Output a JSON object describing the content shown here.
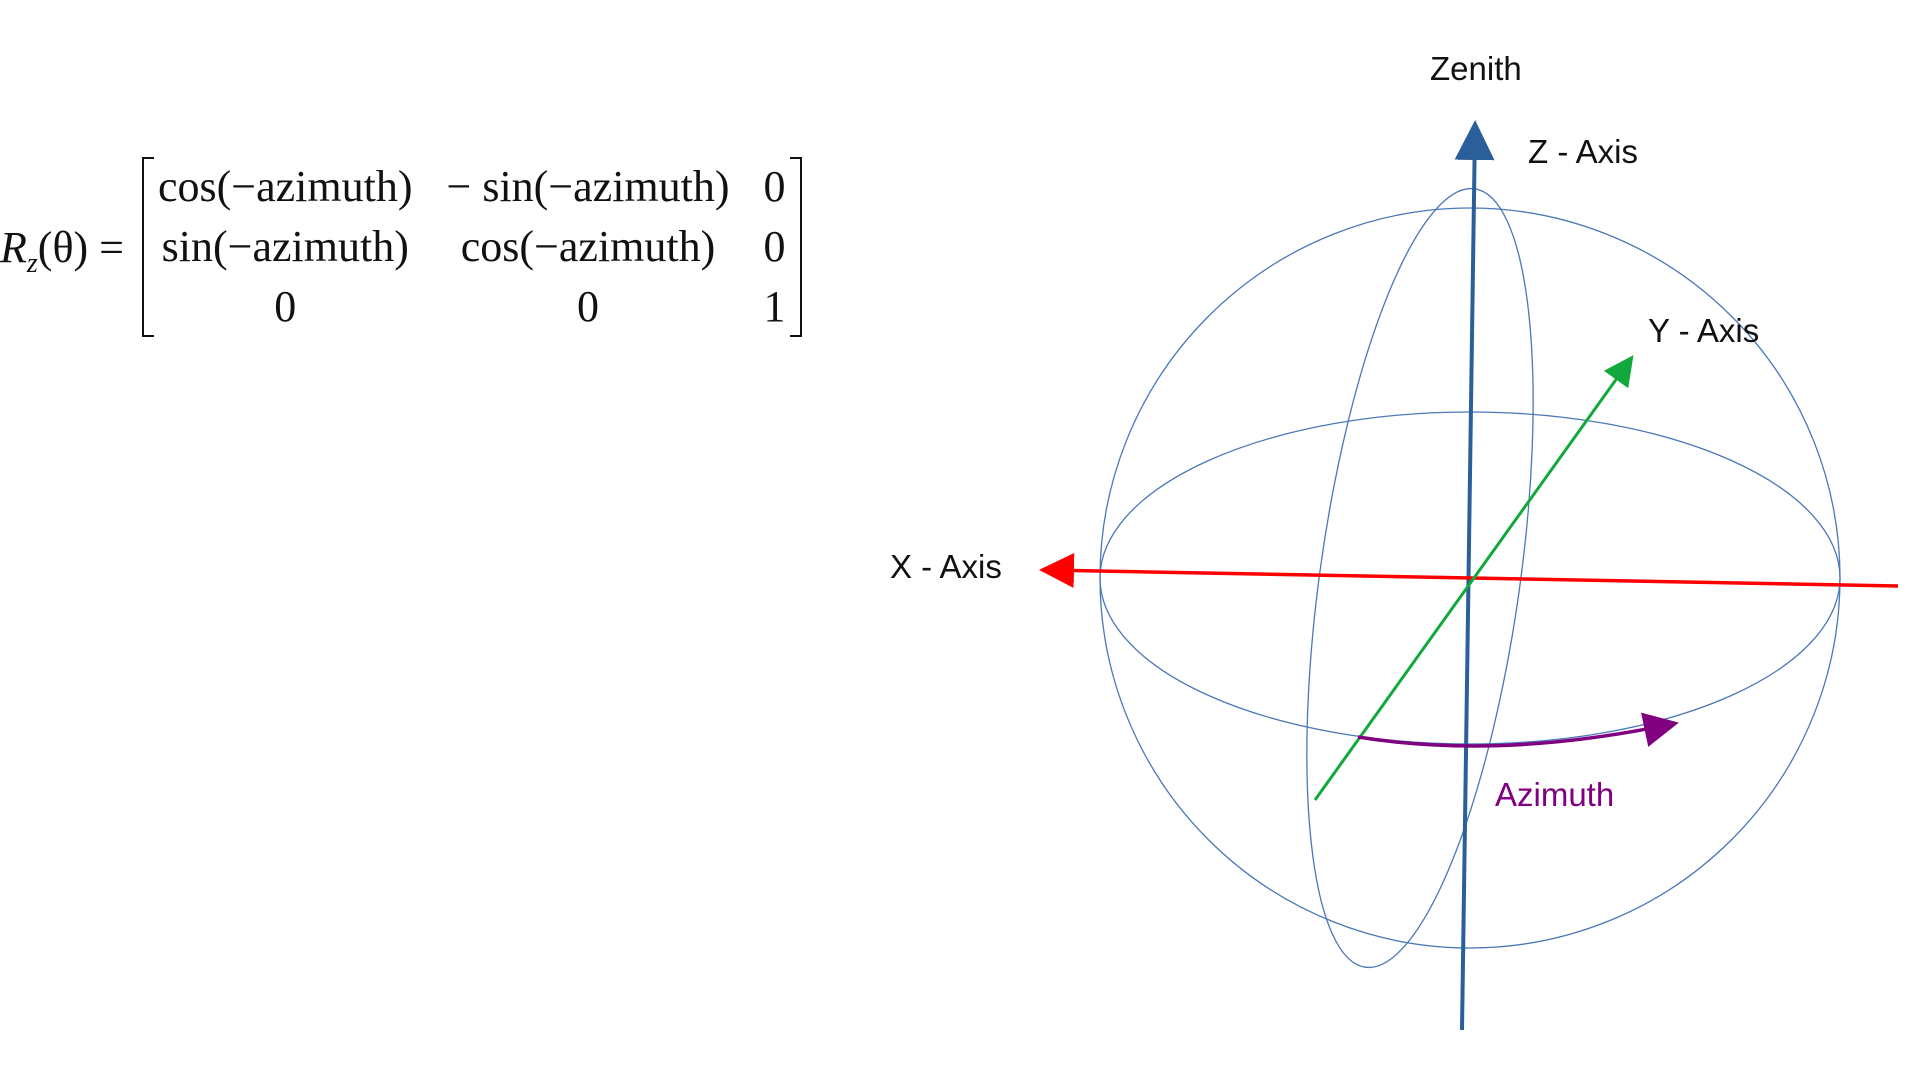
{
  "equation": {
    "lhs": {
      "symbol": "R",
      "subscript": "z",
      "argument": "(θ) ="
    },
    "matrix": [
      [
        "cos(−azimuth)",
        "− sin(−azimuth)",
        "0"
      ],
      [
        "sin(−azimuth)",
        "cos(−azimuth)",
        "0"
      ],
      [
        "0",
        "0",
        "1"
      ]
    ]
  },
  "diagram": {
    "labels": {
      "zenith": "Zenith",
      "z_axis": "Z - Axis",
      "y_axis": "Y - Axis",
      "x_axis": "X - Axis",
      "azimuth": "Azimuth"
    },
    "colors": {
      "sphere": "#4a78b8",
      "z_axis": "#2b5f99",
      "y_axis": "#13a83c",
      "x_axis": "#ff0000",
      "azimuth": "#800080",
      "text": "#111111"
    }
  }
}
